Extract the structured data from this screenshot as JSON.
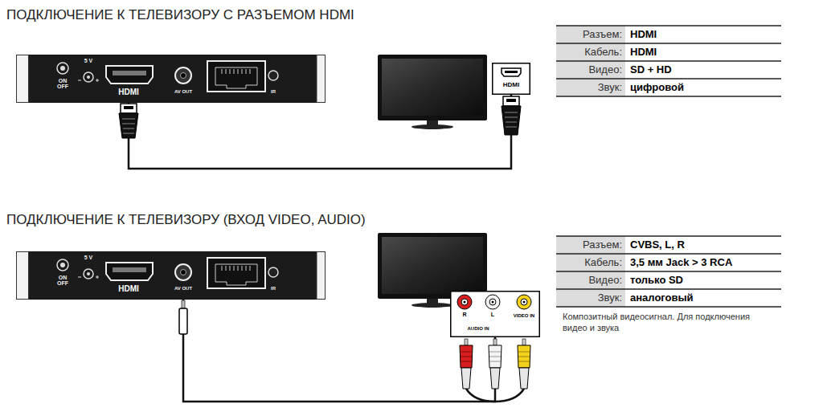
{
  "diagram": {
    "nodes": [
      {
        "text": [
          "ON OFF",
          "5 V",
          "HDMI",
          "AV OUT",
          "IR"
        ]
      },
      {
        "text": [
          "HDMI"
        ]
      },
      {
        "text": [
          "ON OFF",
          "5 V",
          "HDMI",
          "AV OUT",
          "IR"
        ]
      },
      {
        "text": [
          "R",
          "L",
          "VIDEO IN",
          "AUDIO IN"
        ]
      }
    ],
    "edges": [
      {
        "from": 0,
        "to": 1,
        "arrow": "none"
      },
      {
        "from": 2,
        "to": 3,
        "arrow": "none"
      }
    ],
    "labels": [
      "ПОДКЛЮЧЕНИЕ К ТЕЛЕВИЗОРУ С РАЗЪЕМОМ HDMI",
      "Разъем:",
      "HDMI",
      "Кабель:",
      "HDMI",
      "Видео:",
      "SD + HD",
      "Звук:",
      "цифровой",
      "ПОДКЛЮЧЕНИЕ К ТЕЛЕВИЗОРУ (ВХОД VIDEO, AUDIO)",
      "Разъем:",
      "CVBS, L, R",
      "Кабель:",
      "3,5 мм Jack > 3 RCA",
      "Видео:",
      "только SD",
      "Звук:",
      "аналоговый",
      "Композитный видеосигнал. Для подключения видео и звука"
    ]
  }
}
